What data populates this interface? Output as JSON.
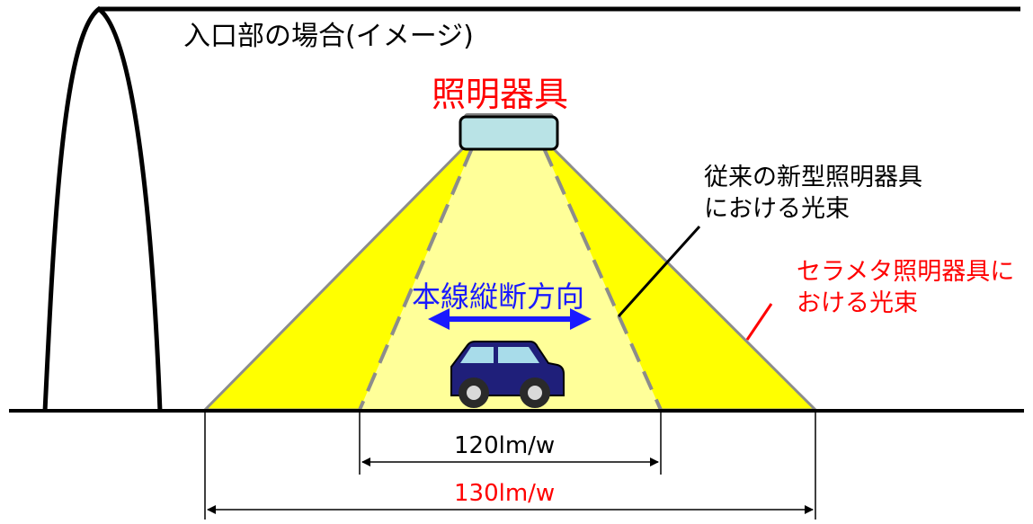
{
  "title": "入口部の場合(イメージ)",
  "fixture": {
    "label": "照明器具"
  },
  "beams": {
    "conventional_label_line1": "従来の新型照明器具",
    "conventional_label_line2": "における光束",
    "ceramic_label_line1": "セラメタ照明器具に",
    "ceramic_label_line2": "おける光束"
  },
  "direction_label": "本線縦断方向",
  "dimensions": {
    "inner_value": "120lm/w",
    "outer_value": "130lm/w"
  },
  "colors": {
    "accent_red": "#ff0000",
    "accent_blue": "#1a1aff",
    "outer_beam": "#ffff00",
    "inner_beam": "#ffff99",
    "fixture_lens": "#b9e3e6",
    "car_body": "#1f1f7a",
    "car_window": "#a8dcea"
  },
  "icons": [
    "tunnel-portal-icon",
    "light-fixture-icon",
    "car-icon",
    "double-arrow-icon"
  ]
}
